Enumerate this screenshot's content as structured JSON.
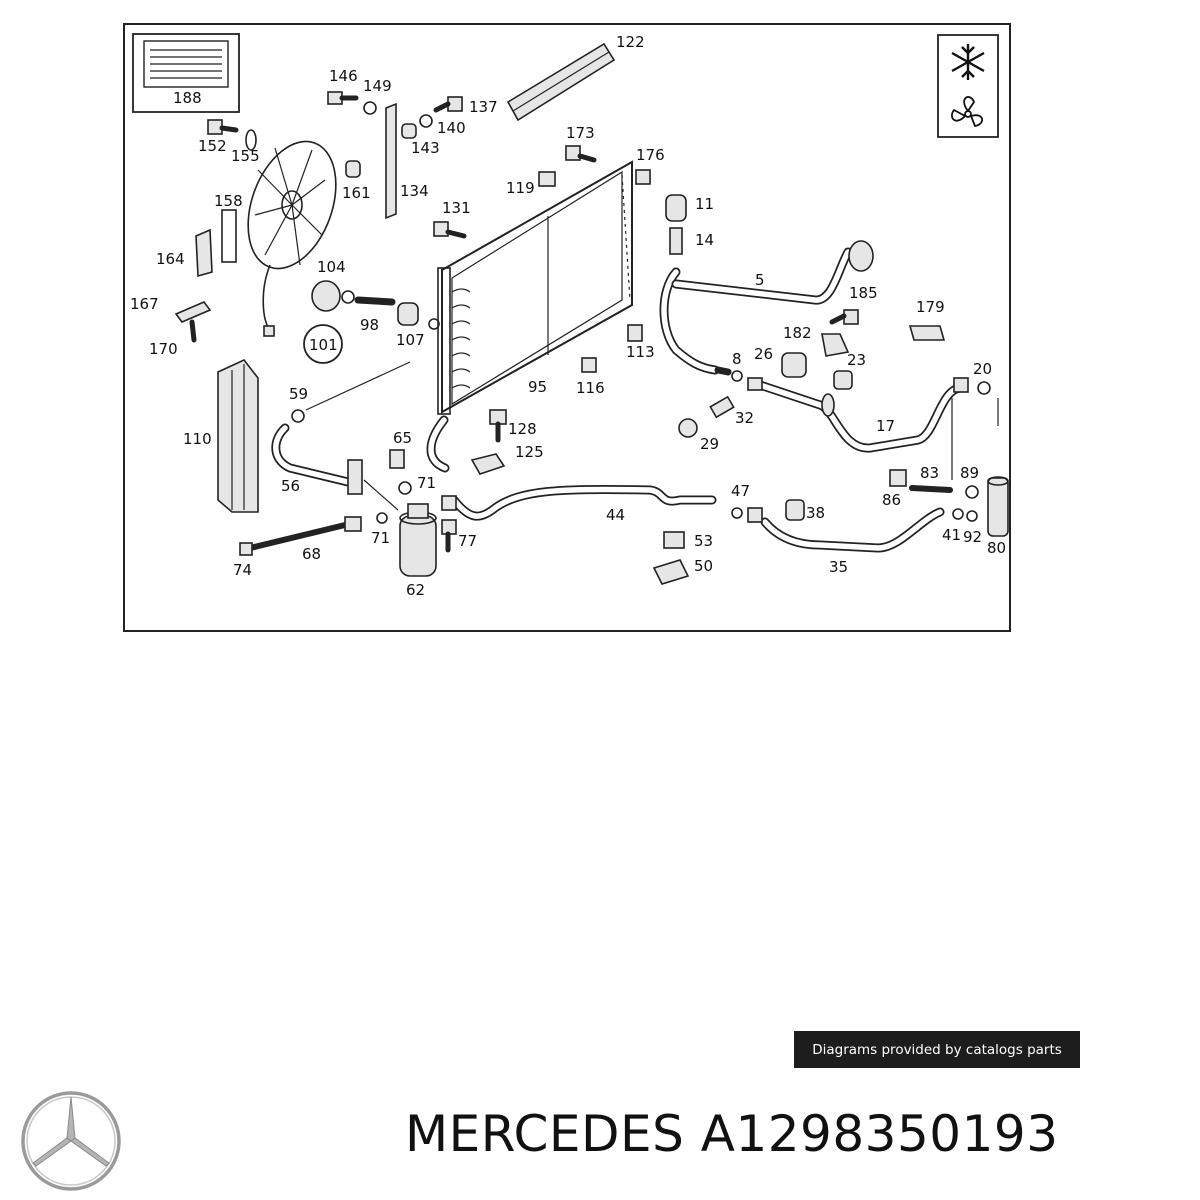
{
  "diagram": {
    "callouts": {
      "c188": "188",
      "c122": "122",
      "c146": "146",
      "c149": "149",
      "c137": "137",
      "c140": "140",
      "c143": "143",
      "c152": "152",
      "c155": "155",
      "c161": "161",
      "c134": "134",
      "c173": "173",
      "c176": "176",
      "c119": "119",
      "c11": "11",
      "c14": "14",
      "c131": "131",
      "c158": "158",
      "c164": "164",
      "c104": "104",
      "c5": "5",
      "c185": "185",
      "c179": "179",
      "c167": "167",
      "c170": "170",
      "c98": "98",
      "c107": "107",
      "c101": "101",
      "c113": "113",
      "c182": "182",
      "c26": "26",
      "c8": "8",
      "c23": "23",
      "c20": "20",
      "c95": "95",
      "c116": "116",
      "c59": "59",
      "c110": "110",
      "c32": "32",
      "c17": "17",
      "c128": "128",
      "c65": "65",
      "c125": "125",
      "c29": "29",
      "c56": "56",
      "c71a": "71",
      "c47": "47",
      "c83": "83",
      "c89": "89",
      "c86": "86",
      "c44": "44",
      "c38": "38",
      "c71b": "71",
      "c77": "77",
      "c53": "53",
      "c41": "41",
      "c92": "92",
      "c80": "80",
      "c68": "68",
      "c74": "74",
      "c50": "50",
      "c35": "35",
      "c62": "62"
    }
  },
  "credit_label": "Diagrams provided by catalogs parts",
  "brand": "MERCEDES",
  "part_number": "A1298350193",
  "icons": [
    "snowflake-icon",
    "fan-icon",
    "mercedes-star-logo"
  ]
}
